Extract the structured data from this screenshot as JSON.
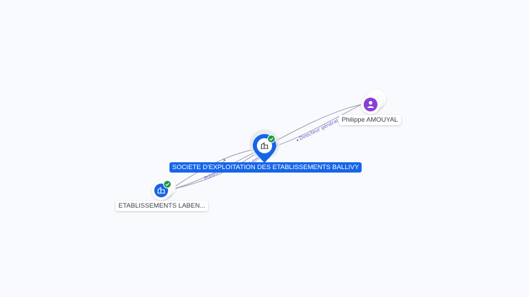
{
  "nodes": {
    "main_company": {
      "label": "SOCIETE D'EXPLOITATION DES ETABLISSEMENTS BALLIVY",
      "icon": "building-icon",
      "verified": true,
      "color": "#1565e8"
    },
    "subsidiary": {
      "label": "ETABLISSEMENTS LABEN...",
      "icon": "building-icon",
      "verified": true,
      "color": "#1565e8"
    },
    "person": {
      "label": "Philippe AMOUYAL",
      "icon": "person-icon",
      "color": "#8a3fd6"
    }
  },
  "edges": {
    "director": {
      "label": "Directeur général"
    },
    "admin": {
      "label": "Administrateur"
    },
    "president": {
      "label": "Président"
    }
  },
  "colors": {
    "edge": "#8e93a4",
    "edge_label": "#6b5fd0",
    "verified": "#1a9a4a"
  }
}
